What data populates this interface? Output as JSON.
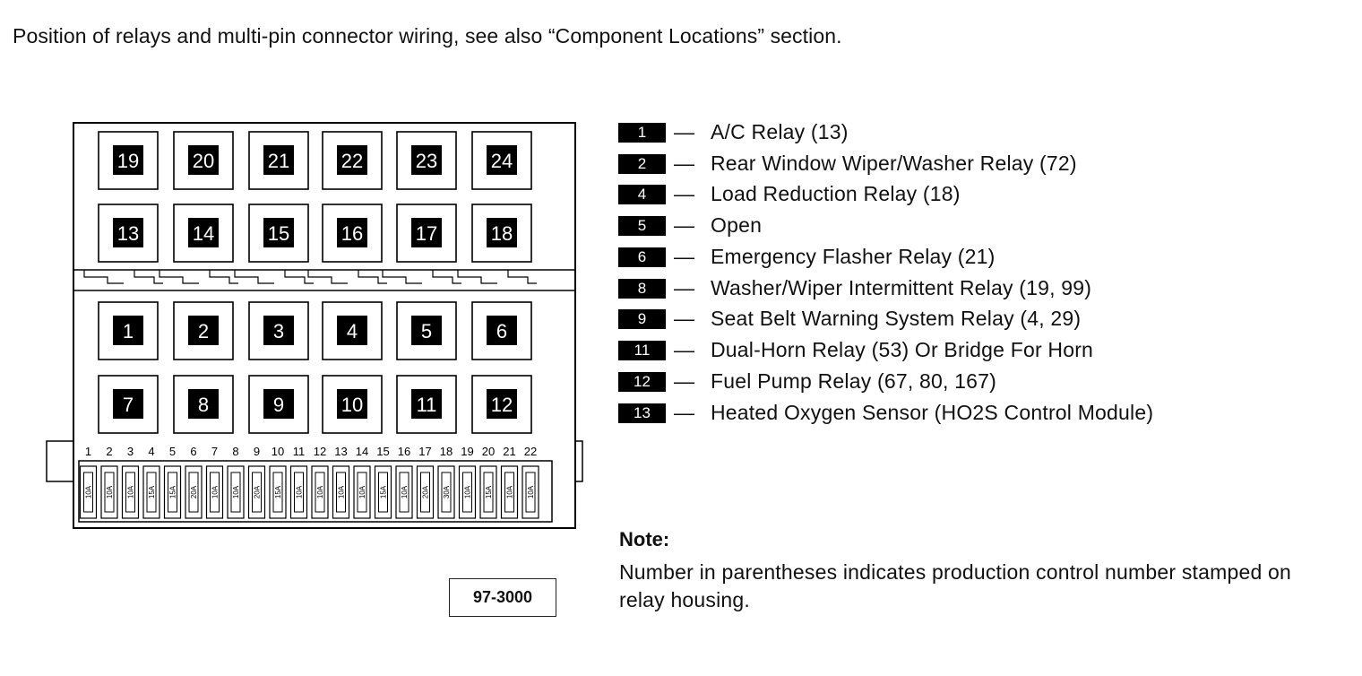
{
  "header": {
    "title": "Position of relays and multi-pin connector wiring, see also “Component Locations” section."
  },
  "relay_panel": {
    "rows": [
      [
        "19",
        "20",
        "21",
        "22",
        "23",
        "24"
      ],
      [
        "13",
        "14",
        "15",
        "16",
        "17",
        "18"
      ],
      [
        "1",
        "2",
        "3",
        "4",
        "5",
        "6"
      ],
      [
        "7",
        "8",
        "9",
        "10",
        "11",
        "12"
      ]
    ]
  },
  "fuses": {
    "numbers": [
      "1",
      "2",
      "3",
      "4",
      "5",
      "6",
      "7",
      "8",
      "9",
      "10",
      "11",
      "12",
      "13",
      "14",
      "15",
      "16",
      "17",
      "18",
      "19",
      "20",
      "21",
      "22"
    ],
    "ratings": [
      "10A",
      "10A",
      "10A",
      "15A",
      "15A",
      "20A",
      "10A",
      "10A",
      "20A",
      "15A",
      "10A",
      "10A",
      "10A",
      "10A",
      "15A",
      "10A",
      "20A",
      "30A",
      "10A",
      "15A",
      "10A",
      "10A"
    ]
  },
  "legend": {
    "dash": "—",
    "items": [
      {
        "num": "1",
        "text": "A/C Relay (13)"
      },
      {
        "num": "2",
        "text": "Rear Window Wiper/Washer Relay (72)"
      },
      {
        "num": "4",
        "text": "Load Reduction Relay (18)"
      },
      {
        "num": "5",
        "text": "Open"
      },
      {
        "num": "6",
        "text": "Emergency Flasher Relay (21)"
      },
      {
        "num": "8",
        "text": "Washer/Wiper Intermittent Relay (19, 99)"
      },
      {
        "num": "9",
        "text": "Seat Belt Warning System Relay (4, 29)"
      },
      {
        "num": "11",
        "text": "Dual-Horn Relay (53) Or Bridge For Horn"
      },
      {
        "num": "12",
        "text": "Fuel Pump Relay (67, 80, 167)"
      },
      {
        "num": "13",
        "text": "Heated Oxygen Sensor (HO2S Control Module)"
      }
    ]
  },
  "note": {
    "title": "Note:",
    "body": "Number in parentheses indicates production control number stamped on relay housing."
  },
  "reference": "97-3000"
}
